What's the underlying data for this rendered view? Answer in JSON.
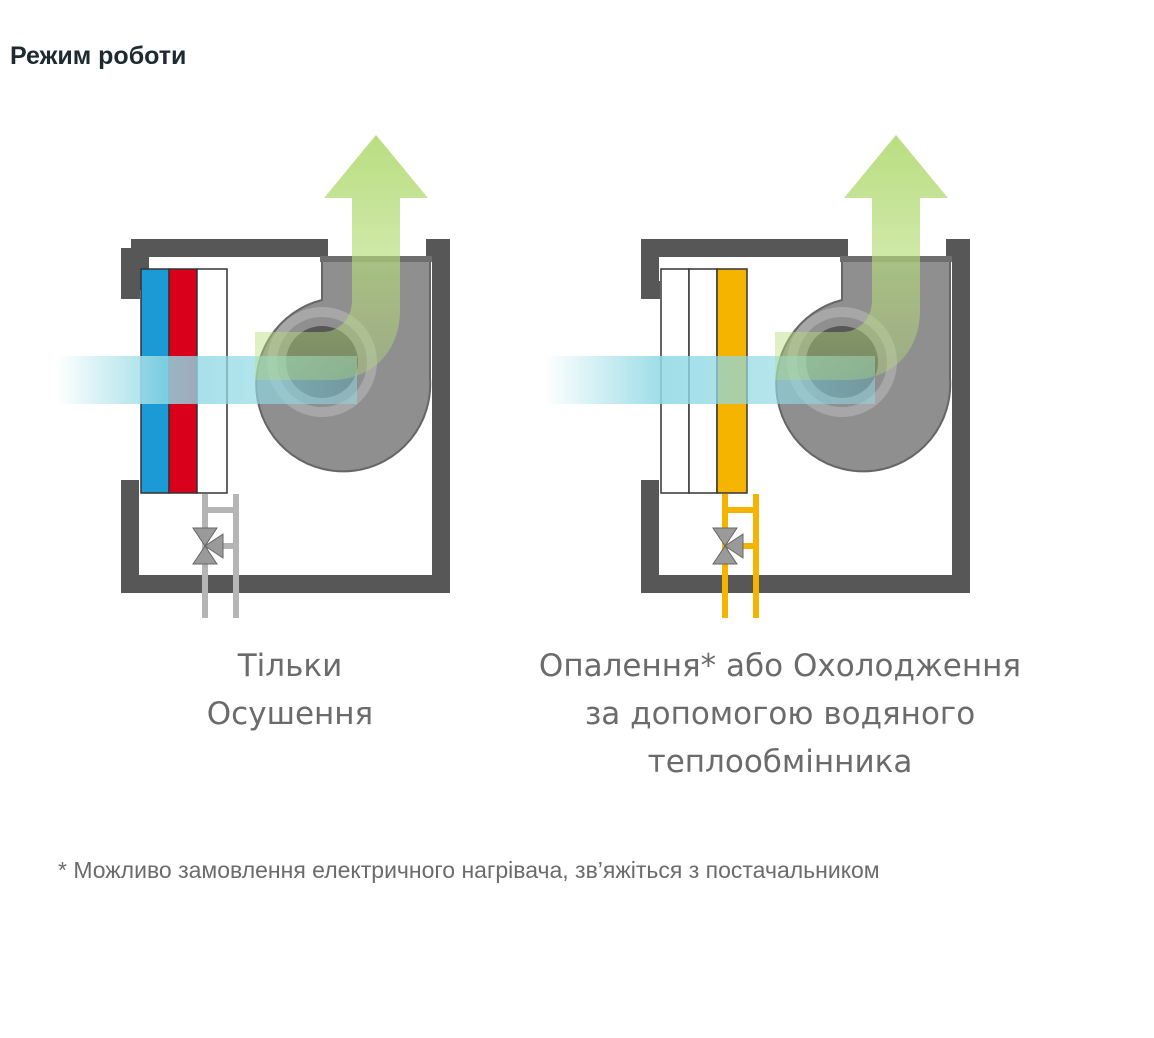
{
  "title": "Режим роботи",
  "modes": [
    {
      "caption_lines": [
        "Тільки",
        "Осушення"
      ],
      "coil_colors": [
        "#1c9ad6",
        "#d9001b",
        "#ffffff"
      ],
      "pipe_color": "#b5b5b5"
    },
    {
      "caption_lines": [
        "Опалення* або Охолодження",
        "за допомогою водяного",
        "теплообмінника"
      ],
      "coil_colors": [
        "#ffffff",
        "#ffffff",
        "#f5b400"
      ],
      "pipe_color": "#f5b400"
    }
  ],
  "footnote": "* Можливо замовлення електричного нагрівача, зв’яжіться з постачальником",
  "colors": {
    "housing": "#575757",
    "fan": "#8f8f8f",
    "airflow_in": "#8fd8e4",
    "airflow_out": "#b6dc7a"
  }
}
